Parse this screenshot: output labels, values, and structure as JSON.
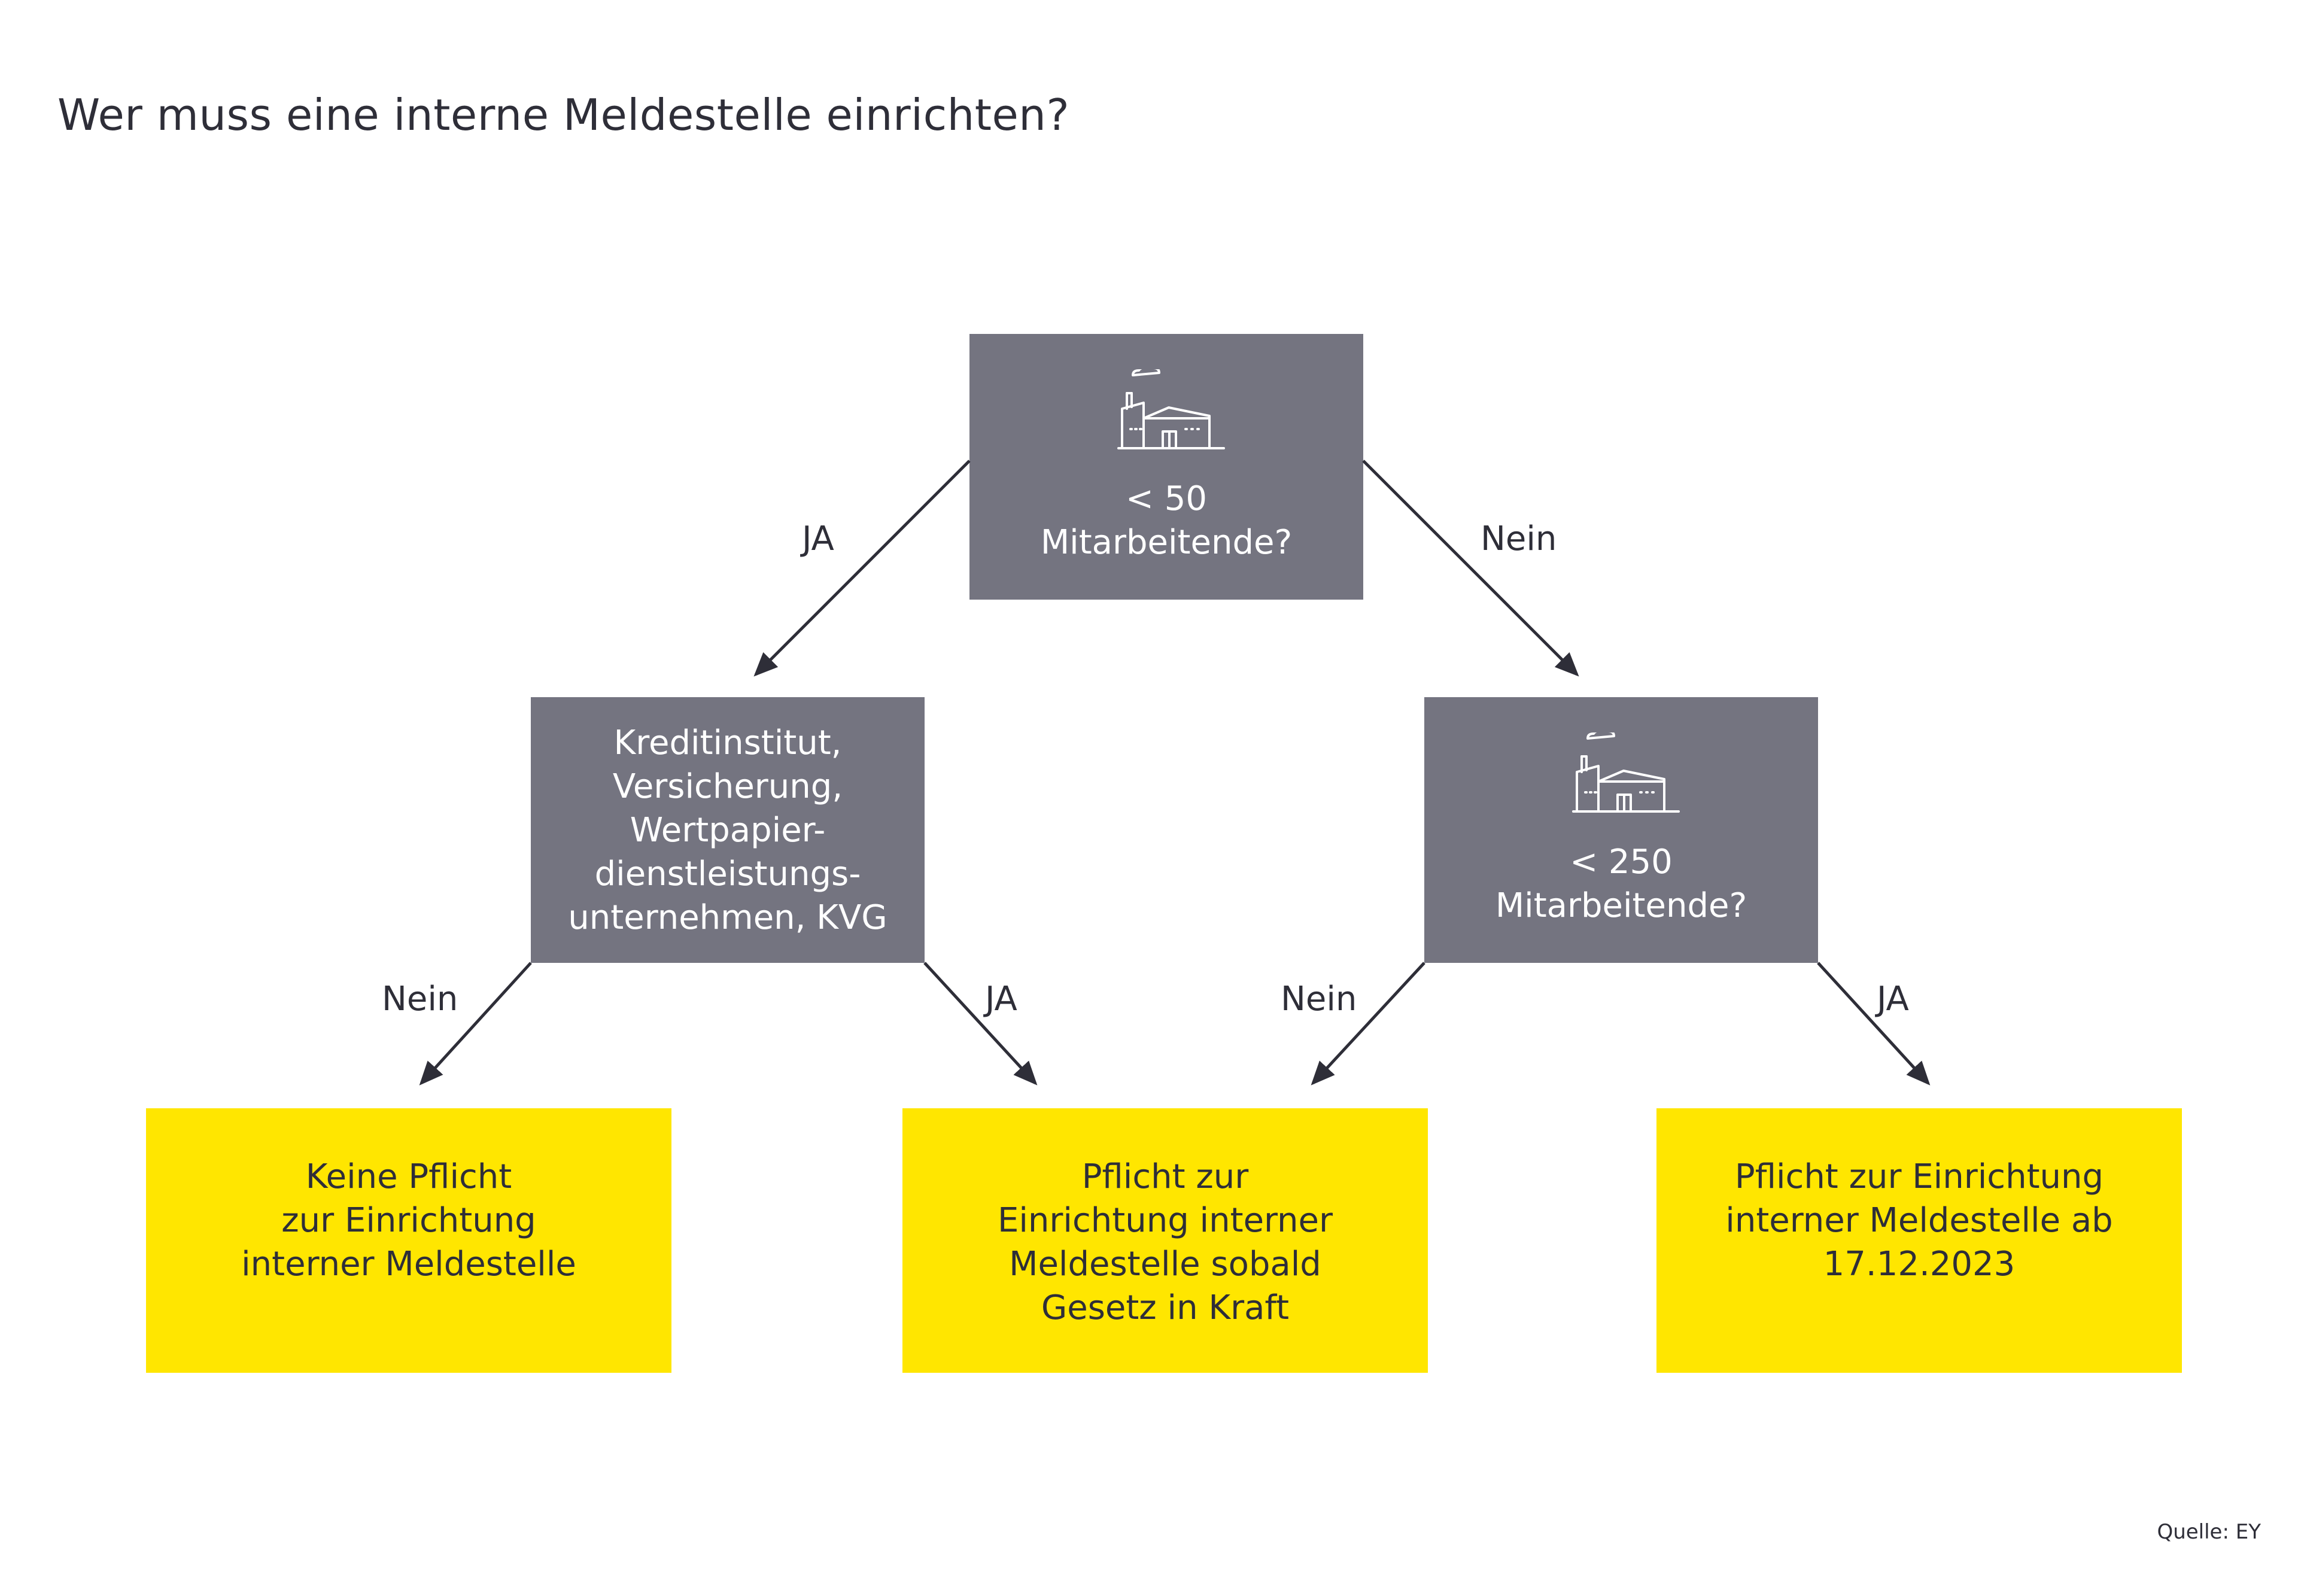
{
  "title": "Wer muss eine interne Meldestelle einrichten?",
  "nodes": {
    "root": {
      "text": "< 50\nMitarbeitende?",
      "icon": "factory-icon"
    },
    "left": {
      "text": "Kreditinstitut,\nVersicherung,\nWertpapier-\ndienstleistungs-\nunternehmen, KVG"
    },
    "right": {
      "text": "< 250\nMitarbeitende?",
      "icon": "factory-icon"
    },
    "outcome_1": {
      "text": "Keine Pflicht\nzur Einrichtung\ninterner Meldestelle"
    },
    "outcome_2": {
      "text": "Pflicht zur\nEinrichtung interner\nMeldestelle sobald\nGesetz in Kraft"
    },
    "outcome_3": {
      "text": "Pflicht zur Einrichtung\ninterner Meldestelle ab\n17.12.2023"
    }
  },
  "edges": {
    "root_left": "JA",
    "root_right": "Nein",
    "left_outcome1": "Nein",
    "left_outcome2": "JA",
    "right_outcome2": "Nein",
    "right_outcome3": "JA"
  },
  "source": "Quelle: EY",
  "colors": {
    "grey": "#747480",
    "yellow": "#ffe600",
    "text": "#2e2e38"
  }
}
